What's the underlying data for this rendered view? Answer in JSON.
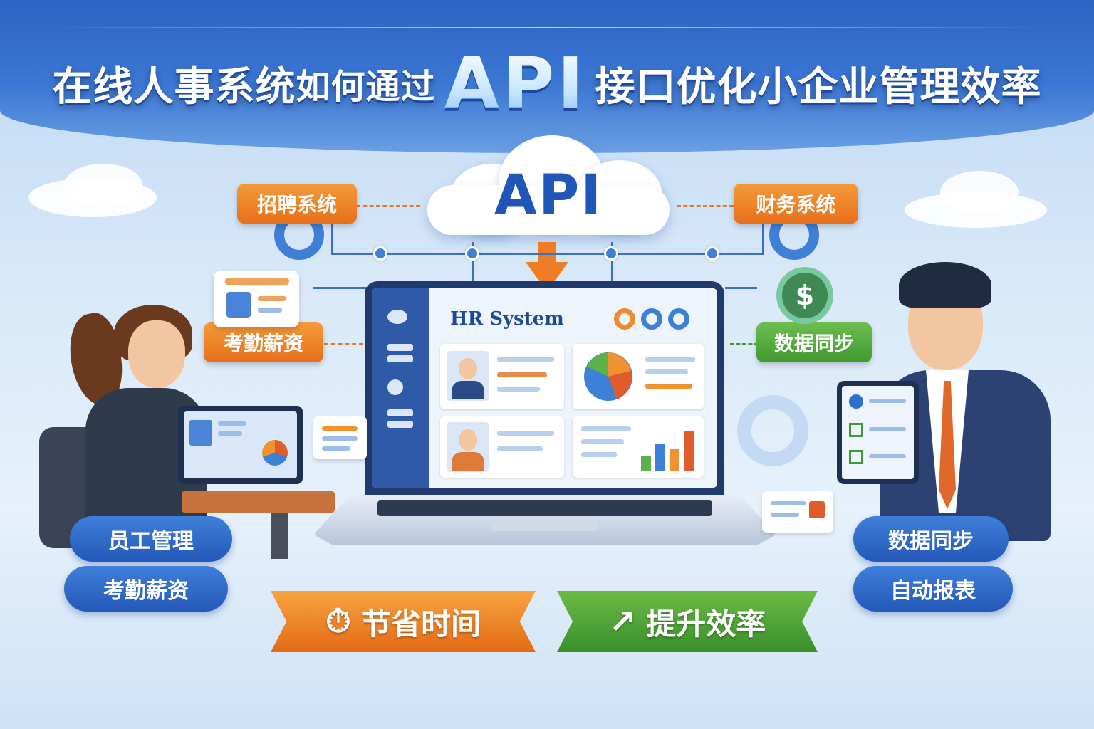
{
  "title": {
    "part1": "在线人事系统",
    "part2": "如何通过",
    "api": "API",
    "part3": "接口优化小企业管理效率"
  },
  "cloud": {
    "label": "API"
  },
  "tags": {
    "recruit": "招聘系统",
    "finance": "财务系统",
    "attendance_payroll": "考勤薪资",
    "data_sync": "数据同步"
  },
  "hr_app": {
    "title": "HR System"
  },
  "pills": {
    "employee_mgmt": "员工管理",
    "attendance_payroll": "考勤薪资",
    "data_sync": "数据同步",
    "auto_report": "自动报表"
  },
  "banners": {
    "save_time": "节省时间",
    "improve_efficiency": "提升效率"
  },
  "chart_mini": {
    "pie": [
      0.35,
      0.3,
      0.2,
      0.15
    ],
    "bars": [
      0.3,
      0.55,
      0.45,
      0.8
    ]
  },
  "colors": {
    "primary": "#2458b8",
    "orange": "#e7701a",
    "green": "#3f9a30",
    "dollar": "$"
  }
}
